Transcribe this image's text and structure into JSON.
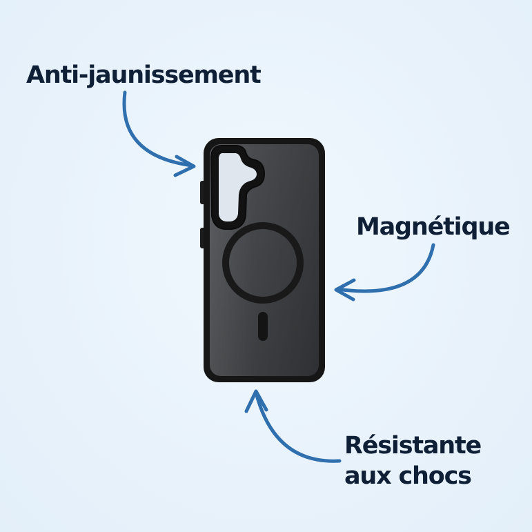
{
  "features": {
    "anti_yellowing": "Anti-jaunissement",
    "magnetic": "Magnétique",
    "shock_line1": "Résistante",
    "shock_line2": "aux chocs"
  },
  "product": {
    "name_icon": "phone-case-image"
  },
  "colors": {
    "background": "#e9f3fc",
    "text": "#0f1f36",
    "arrow": "#2f6fad",
    "case": "#1a1a1a",
    "case_body": "#3b3d40"
  }
}
